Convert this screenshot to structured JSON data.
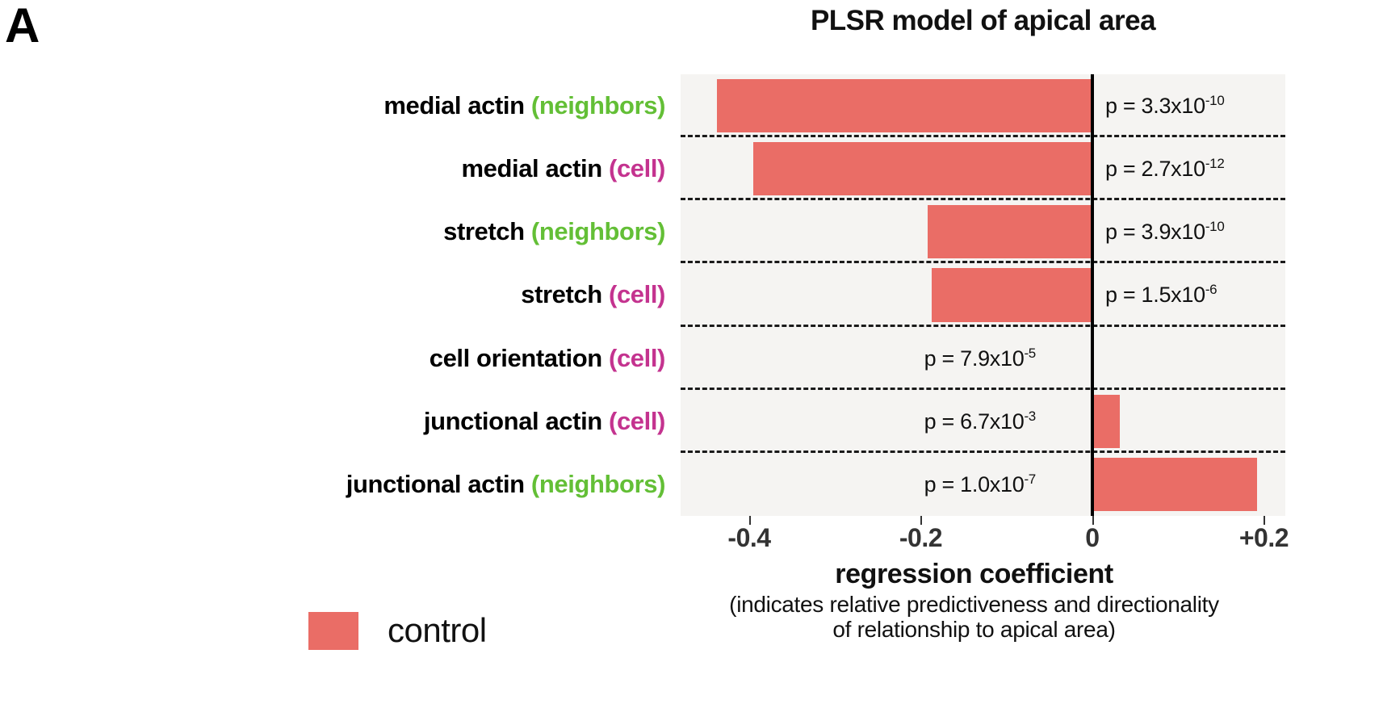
{
  "panel": {
    "letter": "A"
  },
  "chart_data": {
    "type": "bar",
    "orientation": "horizontal",
    "title": "PLSR model of apical area",
    "xlabel": "regression coefficient",
    "xlabel_sub_line1": "(indicates relative predictiveness and directionality",
    "xlabel_sub_line2": "of relationship to apical area)",
    "ylabel": "",
    "xlim": [
      -0.48,
      0.225
    ],
    "xticks": [
      -0.4,
      -0.2,
      0,
      0.2
    ],
    "xticklabels": [
      "-0.4",
      "-0.2",
      "0",
      "+0.2"
    ],
    "grid": false,
    "legend": {
      "position": "bottom-left",
      "entries": [
        {
          "label": "control",
          "color": "#EA6D66"
        }
      ]
    },
    "series_color": "#EA6D66",
    "plot_background": "#F5F4F2",
    "scope_colors": {
      "neighbors": "#63BF36",
      "cell": "#C4338F"
    },
    "categories": [
      "medial actin (neighbors)",
      "medial actin (cell)",
      "stretch (neighbors)",
      "stretch (cell)",
      "cell orientation (cell)",
      "junctional actin (cell)",
      "junctional actin (neighbors)"
    ],
    "values": [
      -0.438,
      -0.395,
      -0.192,
      -0.187,
      0.0,
      0.032,
      0.192
    ],
    "annotations": [
      "p = 3.3x10^-10",
      "p = 2.7x10^-12",
      "p = 3.9x10^-10",
      "p = 1.5x10^-6",
      "p = 7.9x10^-5",
      "p = 6.7x10^-3",
      "p = 1.0x10^-7"
    ],
    "rows": [
      {
        "base": "medial actin",
        "scope": "(neighbors)",
        "scope_type": "neighbors",
        "value": -0.438,
        "p_mantissa": "p = 3.3x10",
        "p_exp": "-10",
        "p_side": "right"
      },
      {
        "base": "medial actin",
        "scope": "(cell)",
        "scope_type": "cell",
        "value": -0.395,
        "p_mantissa": "p = 2.7x10",
        "p_exp": "-12",
        "p_side": "right"
      },
      {
        "base": "stretch",
        "scope": "(neighbors)",
        "scope_type": "neighbors",
        "value": -0.192,
        "p_mantissa": "p = 3.9x10",
        "p_exp": "-10",
        "p_side": "right"
      },
      {
        "base": "stretch",
        "scope": "(cell)",
        "scope_type": "cell",
        "value": -0.187,
        "p_mantissa": "p = 1.5x10",
        "p_exp": "-6",
        "p_side": "right"
      },
      {
        "base": "cell orientation",
        "scope": "(cell)",
        "scope_type": "cell",
        "value": 0.0,
        "p_mantissa": "p = 7.9x10",
        "p_exp": "-5",
        "p_side": "left"
      },
      {
        "base": "junctional actin",
        "scope": "(cell)",
        "scope_type": "cell",
        "value": 0.032,
        "p_mantissa": "p = 6.7x10",
        "p_exp": "-3",
        "p_side": "left"
      },
      {
        "base": "junctional actin",
        "scope": "(neighbors)",
        "scope_type": "neighbors",
        "value": 0.192,
        "p_mantissa": "p = 1.0x10",
        "p_exp": "-7",
        "p_side": "left"
      }
    ]
  }
}
